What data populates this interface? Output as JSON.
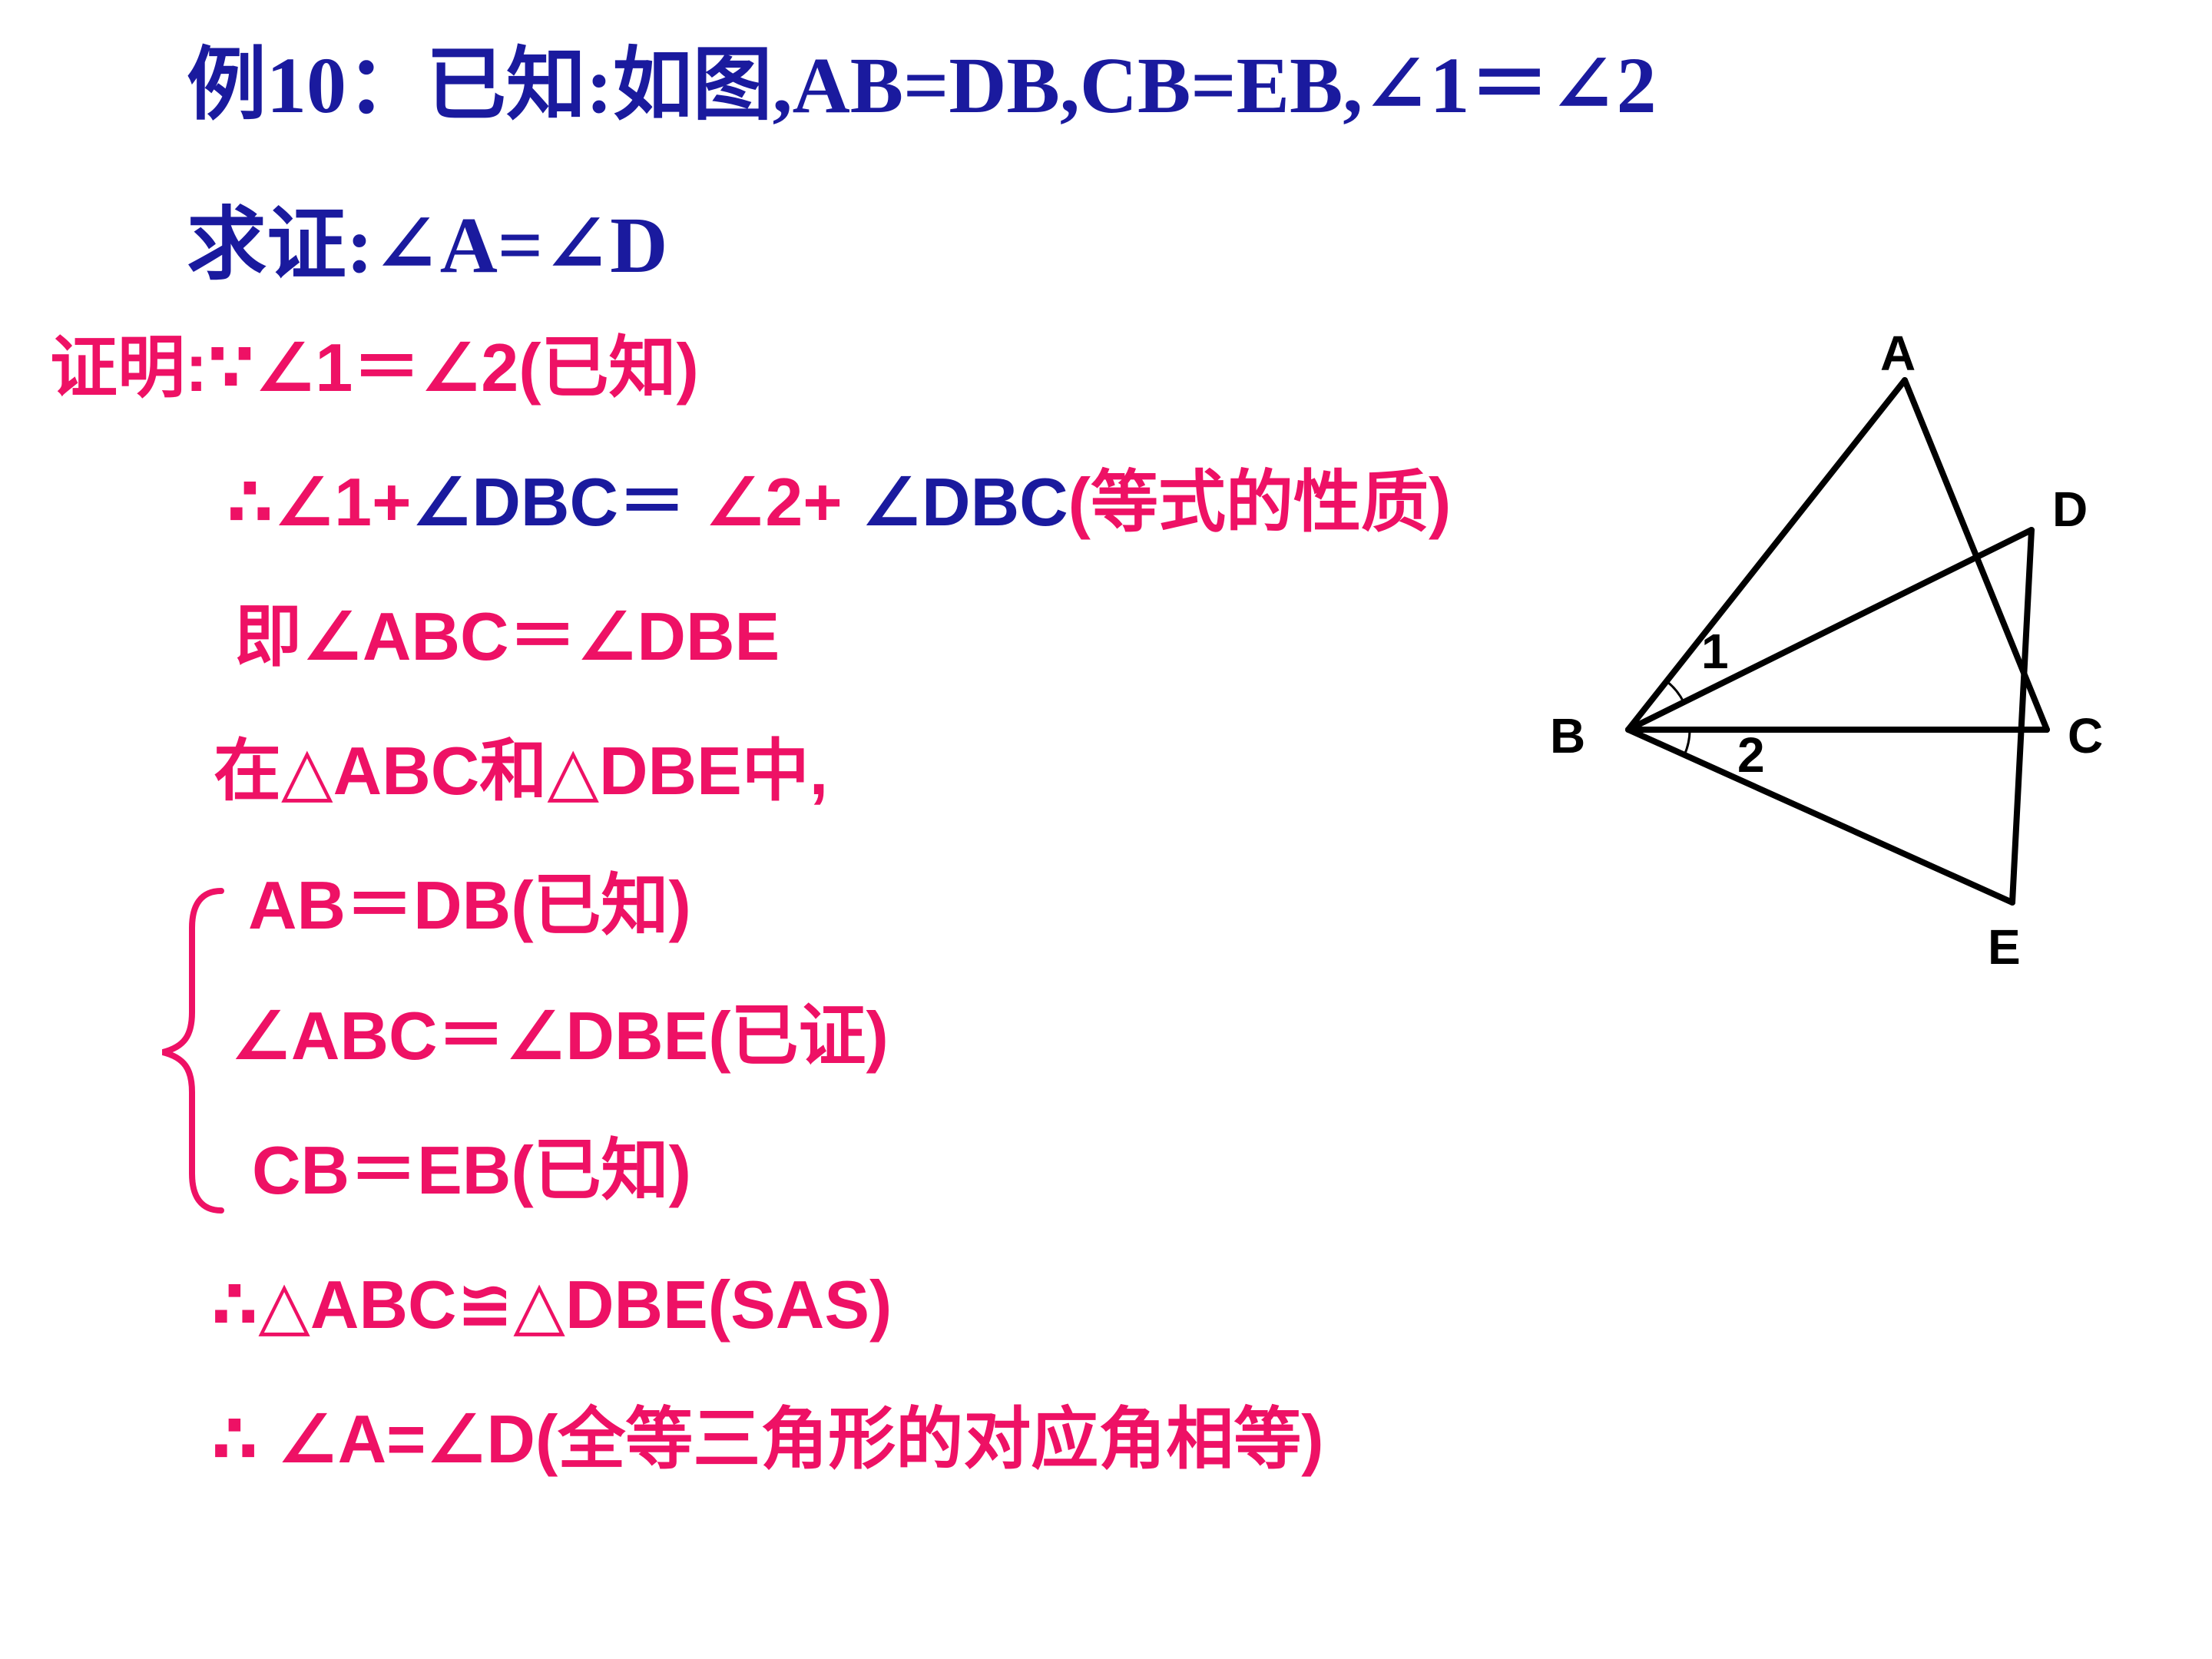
{
  "problem": {
    "given": "例10：已知:如图,AB=DB,CB=EB,∠1＝∠2",
    "prove": "求证:∠A=∠D"
  },
  "proof": {
    "l1": "证明:∵∠1＝∠2(已知)",
    "l2_parts": [
      "∴∠1+",
      "∠DBC＝ ",
      "∠2+ ",
      "∠DBC",
      "(等式的性质)"
    ],
    "l3": "即∠ABC＝∠DBE",
    "l4": "在△ABC和△DBE中,",
    "sys1": "AB＝DB(已知)",
    "sys2": "∠ABC＝∠DBE(已证)",
    "sys3": "CB＝EB(已知)",
    "l5": "∴△ABC≌△DBE(SAS)",
    "l6": "∴ ∠A=∠D(全等三角形的对应角相等)"
  },
  "figure": {
    "labels": {
      "A": "A",
      "B": "B",
      "C": "C",
      "D": "D",
      "E": "E",
      "one": "1",
      "two": "2"
    }
  },
  "colors": {
    "navy": "#1a1a9e",
    "pink": "#ee1165",
    "stroke": "#000000"
  }
}
